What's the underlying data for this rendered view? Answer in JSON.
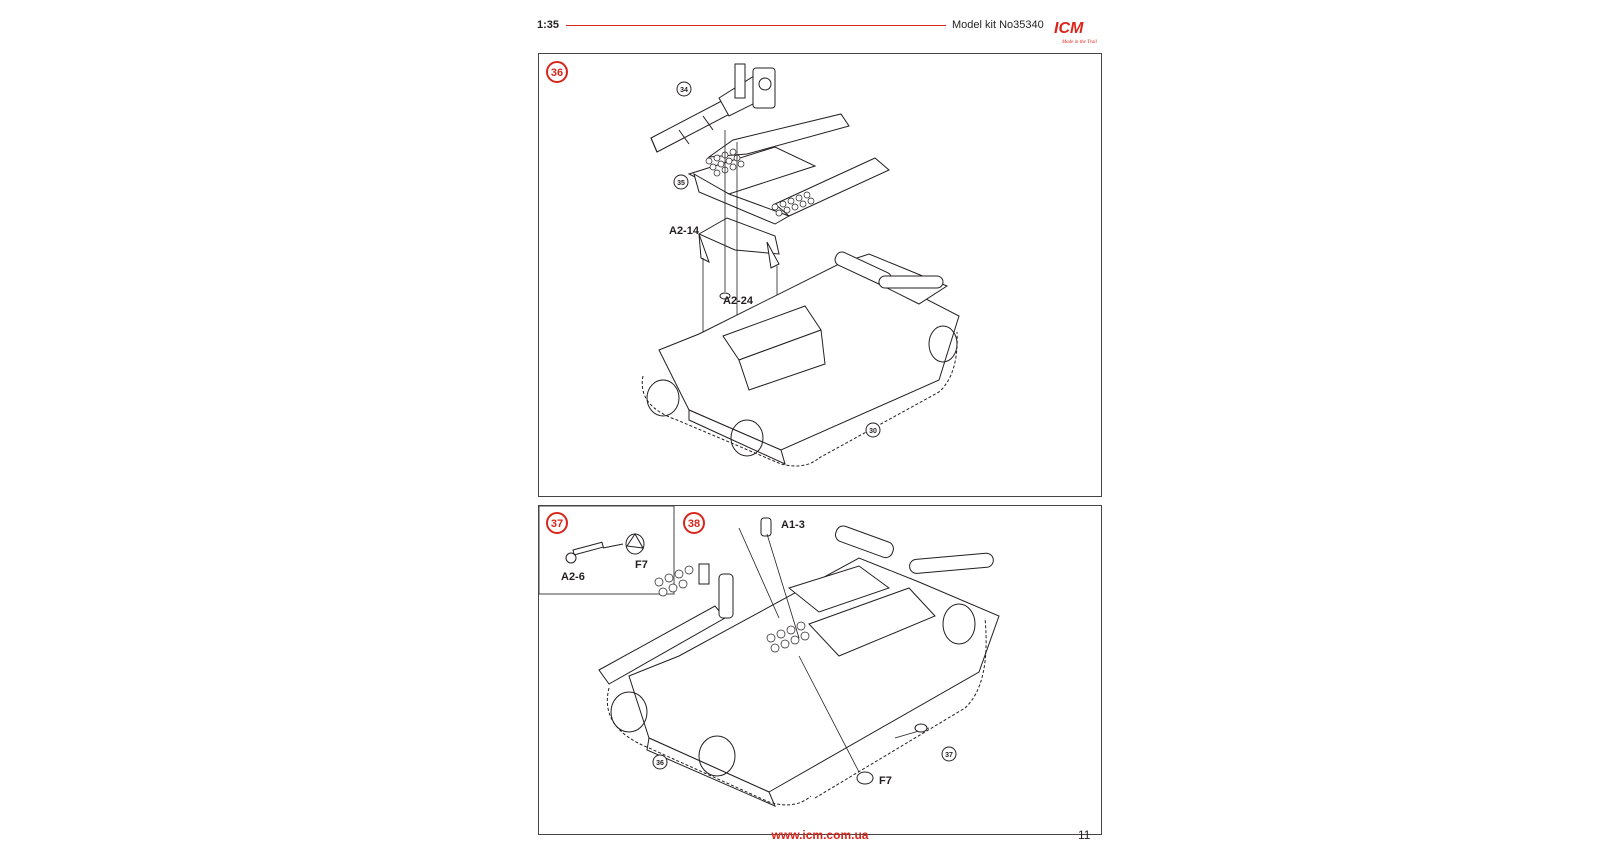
{
  "header": {
    "scale": "1:35",
    "kit_label": "Model kit No35340",
    "logo_text": "ICM",
    "logo_tagline": "Made in the Trail"
  },
  "step36": {
    "number": "36",
    "refs": {
      "gun": "34",
      "deck": "35",
      "hull": "30"
    },
    "labels": {
      "bracket": "A2-14",
      "washer": "A2-24"
    }
  },
  "step37": {
    "number": "37",
    "labels": {
      "bolt": "A2-6",
      "fitting": "F7"
    }
  },
  "step38": {
    "number": "38",
    "refs": {
      "hull": "36",
      "detail": "37"
    },
    "labels": {
      "part_top": "A1-3",
      "part_bottom": "F7"
    }
  },
  "footer": {
    "url": "www.icm.com.ua",
    "page": "11"
  },
  "colors": {
    "accent": "#d9261c",
    "line": "#444444",
    "ink": "#231f20"
  }
}
